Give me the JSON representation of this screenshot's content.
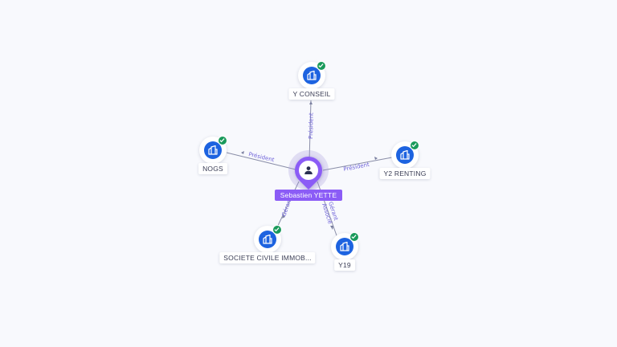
{
  "person": {
    "name": "Sebastien YETTE",
    "icon": "user-icon",
    "color": "#8b5cf6"
  },
  "companies": [
    {
      "key": "y-conseil",
      "name": "Y CONSEIL",
      "icon": "building-icon",
      "verified": true
    },
    {
      "key": "nogs",
      "name": "NOGS",
      "icon": "building-icon",
      "verified": true
    },
    {
      "key": "y2-renting",
      "name": "Y2 RENTING",
      "icon": "building-icon",
      "verified": true
    },
    {
      "key": "societe-civile",
      "name": "SOCIETE CIVILE IMMOB...",
      "icon": "building-icon",
      "verified": true
    },
    {
      "key": "y19",
      "name": "Y19",
      "icon": "building-icon",
      "verified": true
    }
  ],
  "relations": {
    "y_conseil": "Président",
    "nogs": "Président",
    "y2_renting": "Président",
    "societe_civile": "Gérant",
    "y19_line1": "Gérant",
    "y19_line2": "Associé"
  },
  "colors": {
    "company_blue": "#1d63e0",
    "verified_green": "#1a9a5b",
    "edge_label": "#6f63d9",
    "background": "#f8f9fd"
  }
}
